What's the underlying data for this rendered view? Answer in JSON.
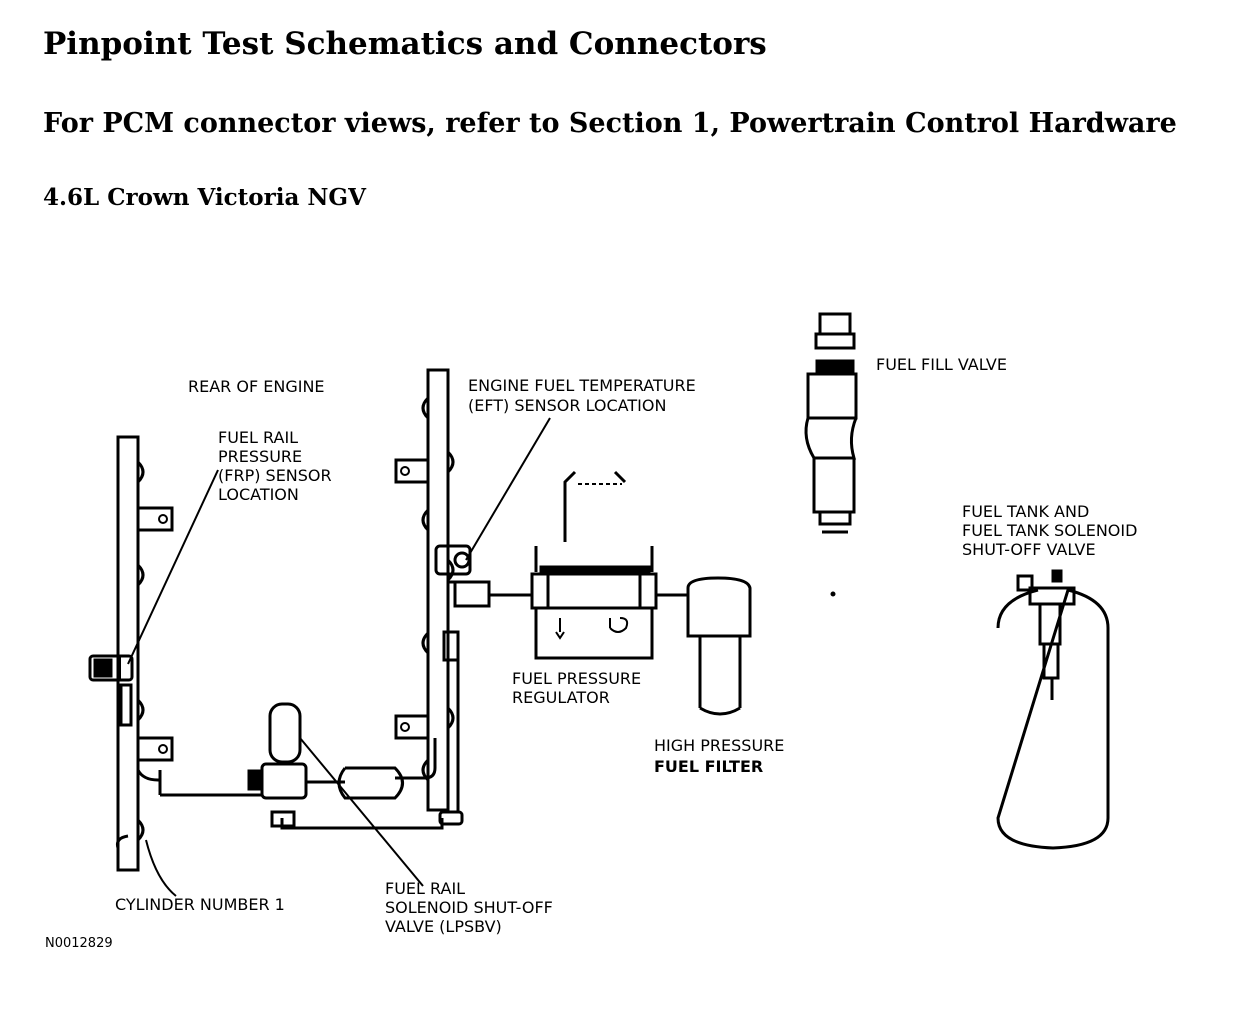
{
  "page": {
    "title": "Pinpoint Test Schematics and Connectors",
    "subtitle": "For PCM connector views, refer to Section 1, Powertrain Control Hardware",
    "section": "4.6L Crown Victoria NGV"
  },
  "labels": {
    "rear_of_engine": "REAR OF ENGINE",
    "frp_1": "FUEL RAIL",
    "frp_2": "PRESSURE",
    "frp_3": "(FRP) SENSOR",
    "frp_4": "LOCATION",
    "eft_1": "ENGINE FUEL TEMPERATURE",
    "eft_2": "(EFT) SENSOR LOCATION",
    "fuel_fill_valve": "FUEL FILL VALVE",
    "tank_1": "FUEL TANK AND",
    "tank_2": "FUEL TANK SOLENOID",
    "tank_3": "SHUT-OFF VALVE",
    "fpr_1": "FUEL PRESSURE",
    "fpr_2": "REGULATOR",
    "hpf_1": "HIGH PRESSURE",
    "hpf_2": "FUEL FILTER",
    "cyl1": "CYLINDER NUMBER 1",
    "lpsbv_1": "FUEL RAIL",
    "lpsbv_2": "SOLENOID SHUT-OFF",
    "lpsbv_3": "VALVE (LPSBV)",
    "figure_id": "N0012829"
  },
  "icons": {
    "bolt": "bolt-icon",
    "sensor": "sensor-icon"
  }
}
